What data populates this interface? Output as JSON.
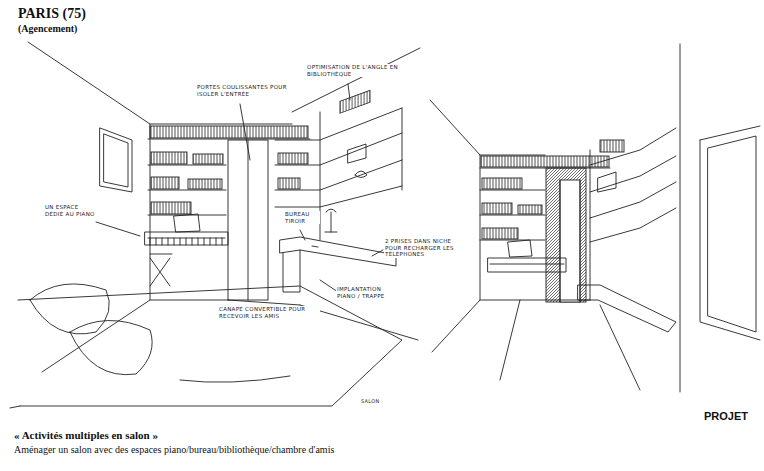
{
  "diagram": {
    "title": "PARIS (75)",
    "caption": "« Activités multiples en salon »",
    "labels": [
      "(Agencement)",
      "Aménager un salon avec des espaces piano/bureau/bibliothèque/chambre d'amis",
      "PORTES COULISSANTES POUR ISOLER L'ENTRÉE",
      "OPTIMISATION DE L'ANGLE EN BIBLIOTHÈQUE",
      "UN ESPACE DÉDIÉ AU PIANO",
      "BUREAU TIROIR",
      "2 PRISES DANS NICHE POUR RECHARGER LES TÉLÉPHONES",
      "IMPLANTATION PIANO / TRAPPE",
      "CANAPÉ CONVERTIBLE POUR RECEVOIR LES AMIS",
      "SALON",
      "PROJET"
    ]
  }
}
